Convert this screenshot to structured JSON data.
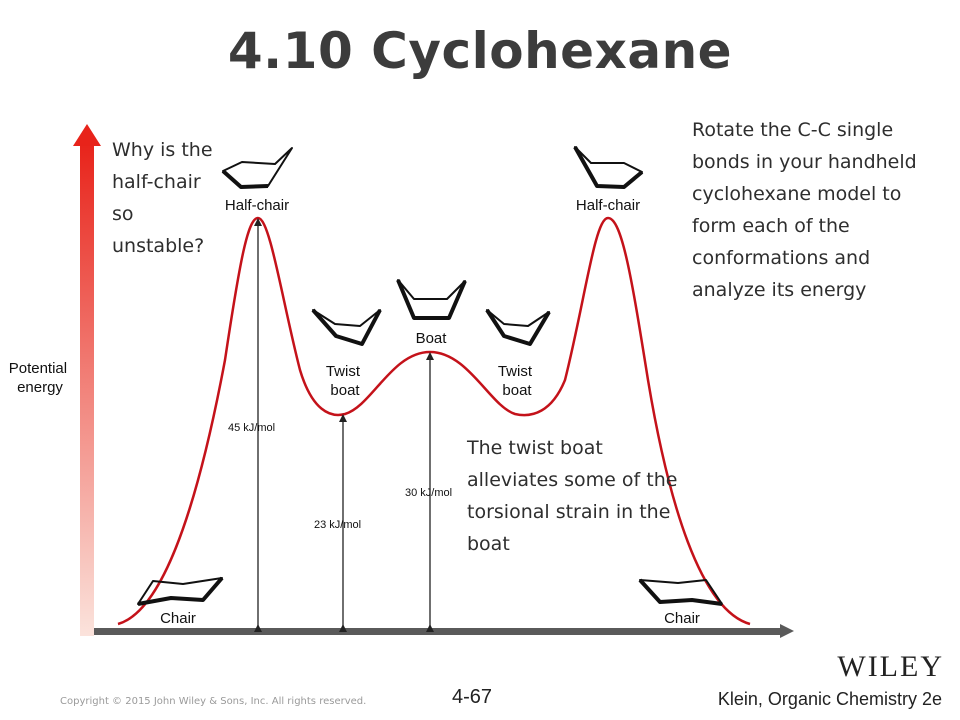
{
  "slide": {
    "title": "4.10 Cyclohexane"
  },
  "notes": {
    "left": "Why is the half-chair so unstable?",
    "right": "Rotate the C-C single bonds in your handheld cyclohexane model to form each of the conformations and analyze its energy",
    "middle": "The twist boat alleviates some of the torsional strain in the boat"
  },
  "diagram": {
    "y_axis_label_line1": "Potential",
    "y_axis_label_line2": "energy",
    "conformations": {
      "half_chair_left": "Half-chair",
      "half_chair_right": "Half-chair",
      "twist_boat_left_line1": "Twist",
      "twist_boat_left_line2": "boat",
      "boat": "Boat",
      "twist_boat_right_line1": "Twist",
      "twist_boat_right_line2": "boat",
      "chair_left": "Chair",
      "chair_right": "Chair"
    },
    "energies": {
      "half_chair": "45 kJ/mol",
      "twist_boat": "23 kJ/mol",
      "boat": "30 kJ/mol"
    },
    "colors": {
      "curve": "#c4121a",
      "axis_top": "#e8231a",
      "axis_bottom": "#fbe3dc",
      "x_axis": "#5a5a5a"
    }
  },
  "footer": {
    "copyright": "Copyright © 2015 John Wiley & Sons, Inc. All rights reserved.",
    "page_number": "4-67",
    "credit": "Klein, Organic Chemistry 2e",
    "publisher_logo": "WILEY"
  }
}
